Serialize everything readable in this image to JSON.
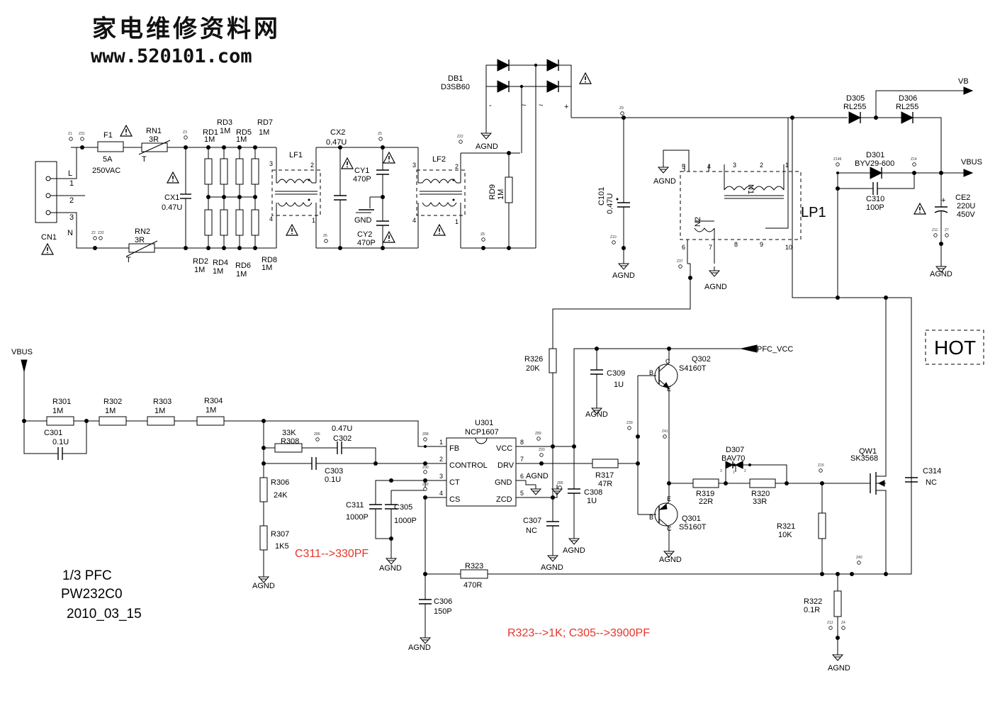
{
  "watermark": {
    "title": "家电维修资料网",
    "url": "www.520101.com"
  },
  "sheet": {
    "line1": "1/3 PFC",
    "line2": "PW232C0",
    "line3": "2010_03_15"
  },
  "hot_label": "HOT",
  "notes": {
    "c311": "C311-->330PF",
    "r323_c305": "R323-->1K; C305-->3900PF"
  },
  "nets": {
    "vb": "VB",
    "vbus": "VBUS",
    "vbus_left": "VBUS",
    "pfc_vcc": "PFC_VCC",
    "agnd": "AGND",
    "gnd": "GND"
  },
  "cn1": {
    "ref": "CN1",
    "pins": [
      "1",
      "2",
      "3"
    ],
    "l": "L",
    "n": "N"
  },
  "f1": {
    "ref": "F1",
    "v1": "5A",
    "v2": "250VAC"
  },
  "rn1": {
    "ref": "RN1",
    "val": "3R",
    "t": "T"
  },
  "rn2": {
    "ref": "RN2",
    "val": "3R",
    "t": "T"
  },
  "cx1": {
    "ref": "CX1",
    "val": "0.47U"
  },
  "rd": {
    "rd1": {
      "ref": "RD1",
      "val": "1M"
    },
    "rd2": {
      "ref": "RD2",
      "val": "1M"
    },
    "rd3": {
      "ref": "RD3",
      "val": "1M"
    },
    "rd4": {
      "ref": "RD4",
      "val": "1M"
    },
    "rd5": {
      "ref": "RD5",
      "val": "1M"
    },
    "rd6": {
      "ref": "RD6",
      "val": "1M"
    },
    "rd7": {
      "ref": "RD7",
      "val": "1M"
    },
    "rd8": {
      "ref": "RD8",
      "val": "1M"
    },
    "rd9": {
      "ref": "RD9",
      "val": "1M"
    }
  },
  "lf1": {
    "ref": "LF1",
    "pins": [
      "3",
      "2",
      "4",
      "1"
    ]
  },
  "lf2": {
    "ref": "LF2",
    "pins": [
      "3",
      "2",
      "4",
      "1"
    ]
  },
  "cx2": {
    "ref": "CX2",
    "val": "0.47U"
  },
  "cy1": {
    "ref": "CY1",
    "val": "470P"
  },
  "cy2": {
    "ref": "CY2",
    "val": "470P"
  },
  "db1": {
    "ref": "DB1",
    "val": "D3SB60",
    "pins": [
      "-",
      "~",
      "~",
      "+"
    ]
  },
  "c101": {
    "ref": "C101",
    "val": "0.47U"
  },
  "d305": {
    "ref": "D305",
    "val": "RL255"
  },
  "d306": {
    "ref": "D306",
    "val": "RL255"
  },
  "d301": {
    "ref": "D301",
    "val": "BYV29-600"
  },
  "c310": {
    "ref": "C310",
    "val": "100P"
  },
  "ce2": {
    "ref": "CE2",
    "v1": "220U",
    "v2": "450V"
  },
  "lp1": {
    "ref": "LP1",
    "n1": "N1",
    "n2": "N2",
    "pins": [
      "5",
      "4",
      "3",
      "2",
      "1",
      "6",
      "7",
      "8",
      "9",
      "10"
    ]
  },
  "r301": {
    "ref": "R301",
    "val": "1M"
  },
  "r302": {
    "ref": "R302",
    "val": "1M"
  },
  "r303": {
    "ref": "R303",
    "val": "1M"
  },
  "r304": {
    "ref": "R304",
    "val": "1M"
  },
  "c301": {
    "ref": "C301",
    "val": "0.1U"
  },
  "r308": {
    "ref": "R308",
    "val": "33K"
  },
  "c302": {
    "ref": "C302",
    "val": "0.47U"
  },
  "c303": {
    "ref": "C303",
    "val": "0.1U"
  },
  "r306": {
    "ref": "R306",
    "val": "24K"
  },
  "r307": {
    "ref": "R307",
    "val": "1K5"
  },
  "c311": {
    "ref": "C311",
    "val": "1000P"
  },
  "c305": {
    "ref": "C305",
    "val": "1000P"
  },
  "c306": {
    "ref": "C306",
    "val": "150P"
  },
  "r323": {
    "ref": "R323",
    "val": "470R"
  },
  "u301": {
    "ref": "U301",
    "part": "NCP1607",
    "left": [
      {
        "num": "1",
        "name": "FB"
      },
      {
        "num": "2",
        "name": "CONTROL"
      },
      {
        "num": "3",
        "name": "CT"
      },
      {
        "num": "4",
        "name": "CS"
      }
    ],
    "right": [
      {
        "num": "8",
        "name": "VCC"
      },
      {
        "num": "7",
        "name": "DRV"
      },
      {
        "num": "6",
        "name": "GND"
      },
      {
        "num": "5",
        "name": "ZCD"
      }
    ]
  },
  "r326": {
    "ref": "R326",
    "val": "20K"
  },
  "c309": {
    "ref": "C309",
    "val": "1U"
  },
  "c307": {
    "ref": "C307",
    "val": "NC"
  },
  "c308": {
    "ref": "C308",
    "val": "1U"
  },
  "r317": {
    "ref": "R317",
    "val": "47R"
  },
  "q302": {
    "ref": "Q302",
    "val": "S4160T",
    "b": "B",
    "c": "C",
    "e": "E"
  },
  "q301": {
    "ref": "Q301",
    "val": "S5160T",
    "b": "B",
    "c": "C",
    "e": "E"
  },
  "d307": {
    "ref": "D307",
    "val": "BAV70",
    "pins": [
      "3",
      "1",
      "2"
    ]
  },
  "r319": {
    "ref": "R319",
    "val": "22R"
  },
  "r320": {
    "ref": "R320",
    "val": "33R"
  },
  "qw1": {
    "ref": "QW1",
    "val": "SK3568"
  },
  "c314": {
    "ref": "C314",
    "val": "NC"
  },
  "r321": {
    "ref": "R321",
    "val": "10K"
  },
  "r322": {
    "ref": "R322",
    "val": "0.1R"
  },
  "testpoints": {
    "z1": "Z1",
    "z31": "Z31",
    "z3": "Z3",
    "z2": "Z2",
    "z32": "Z32",
    "z5": "Z5",
    "z6": "Z6",
    "z22": "Z22",
    "z8": "Z8",
    "z9": "Z9",
    "z10": "Z10",
    "z146": "Z146",
    "z14": "Z14",
    "z11": "Z11",
    "z7": "Z7",
    "z37": "Z37",
    "z86": "Z86",
    "z88": "Z88",
    "z89": "Z89",
    "z93": "Z93",
    "z90": "Z90",
    "z92": "Z92",
    "z85": "Z85",
    "z39": "Z39",
    "z41": "Z41",
    "z15": "Z15",
    "z40": "Z40",
    "z12": "Z12",
    "z4": "Z4"
  }
}
